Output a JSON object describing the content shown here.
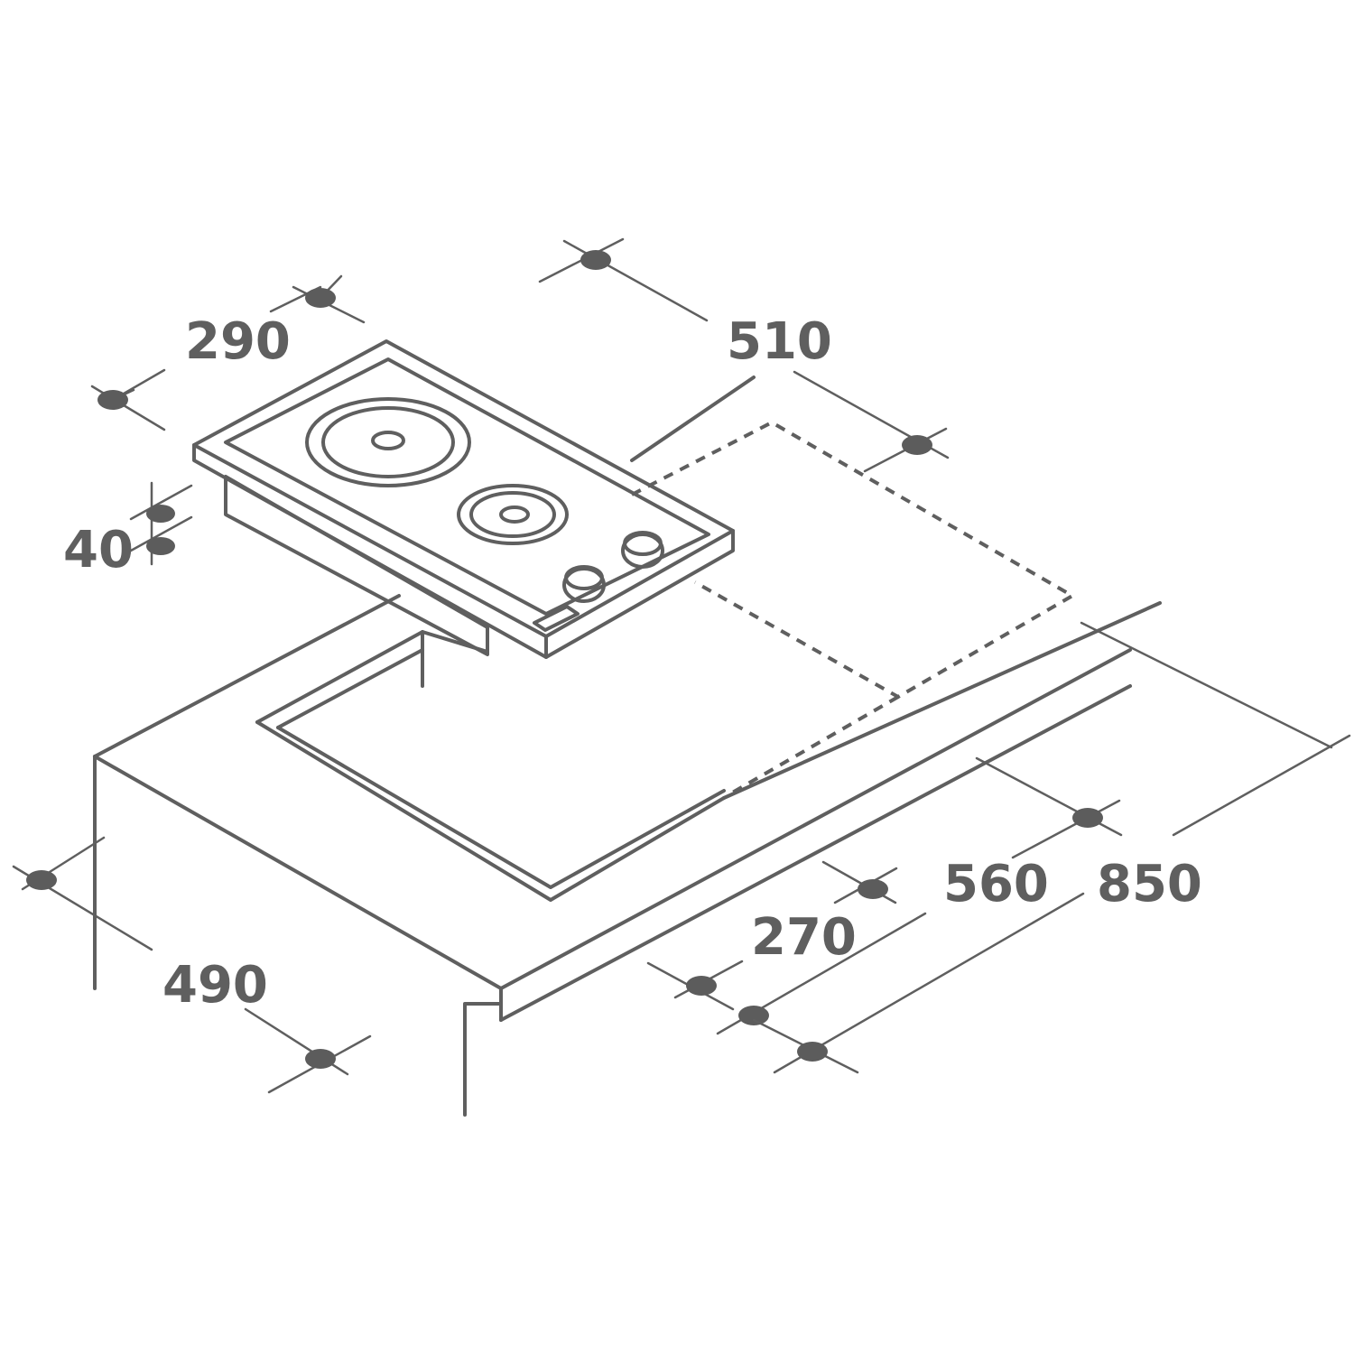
{
  "colors": {
    "line": "#5f5f5f",
    "dot": "#5c5c5c",
    "burner_fill": "#c9c9c9",
    "background": "#ffffff"
  },
  "dimensions": {
    "hob_width": "290",
    "hob_depth": "510",
    "hob_height": "40",
    "cabinet_depth": "490",
    "cutout_width": "270",
    "cutout_depth": "560",
    "cabinet_width": "850"
  }
}
